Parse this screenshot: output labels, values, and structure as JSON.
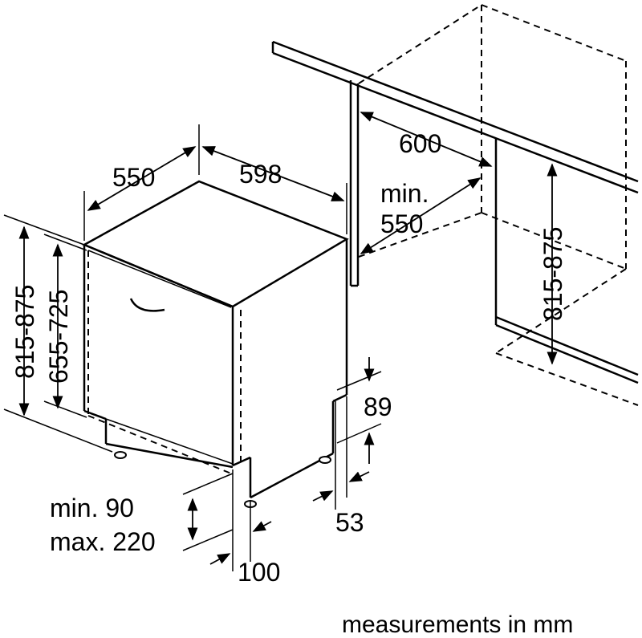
{
  "labels": {
    "depth_550": "550",
    "width_598": "598",
    "niche_600": "600",
    "niche_min_1": "min.",
    "niche_min_2": "550",
    "niche_height": "815-875",
    "total_height": "815-875",
    "door_height": "655-725",
    "plinth_89": "89",
    "plinth_53": "53",
    "door_gap_1": "min. 90",
    "door_gap_2": "max. 220",
    "offset_100": "100"
  },
  "footer": "measurements in mm"
}
